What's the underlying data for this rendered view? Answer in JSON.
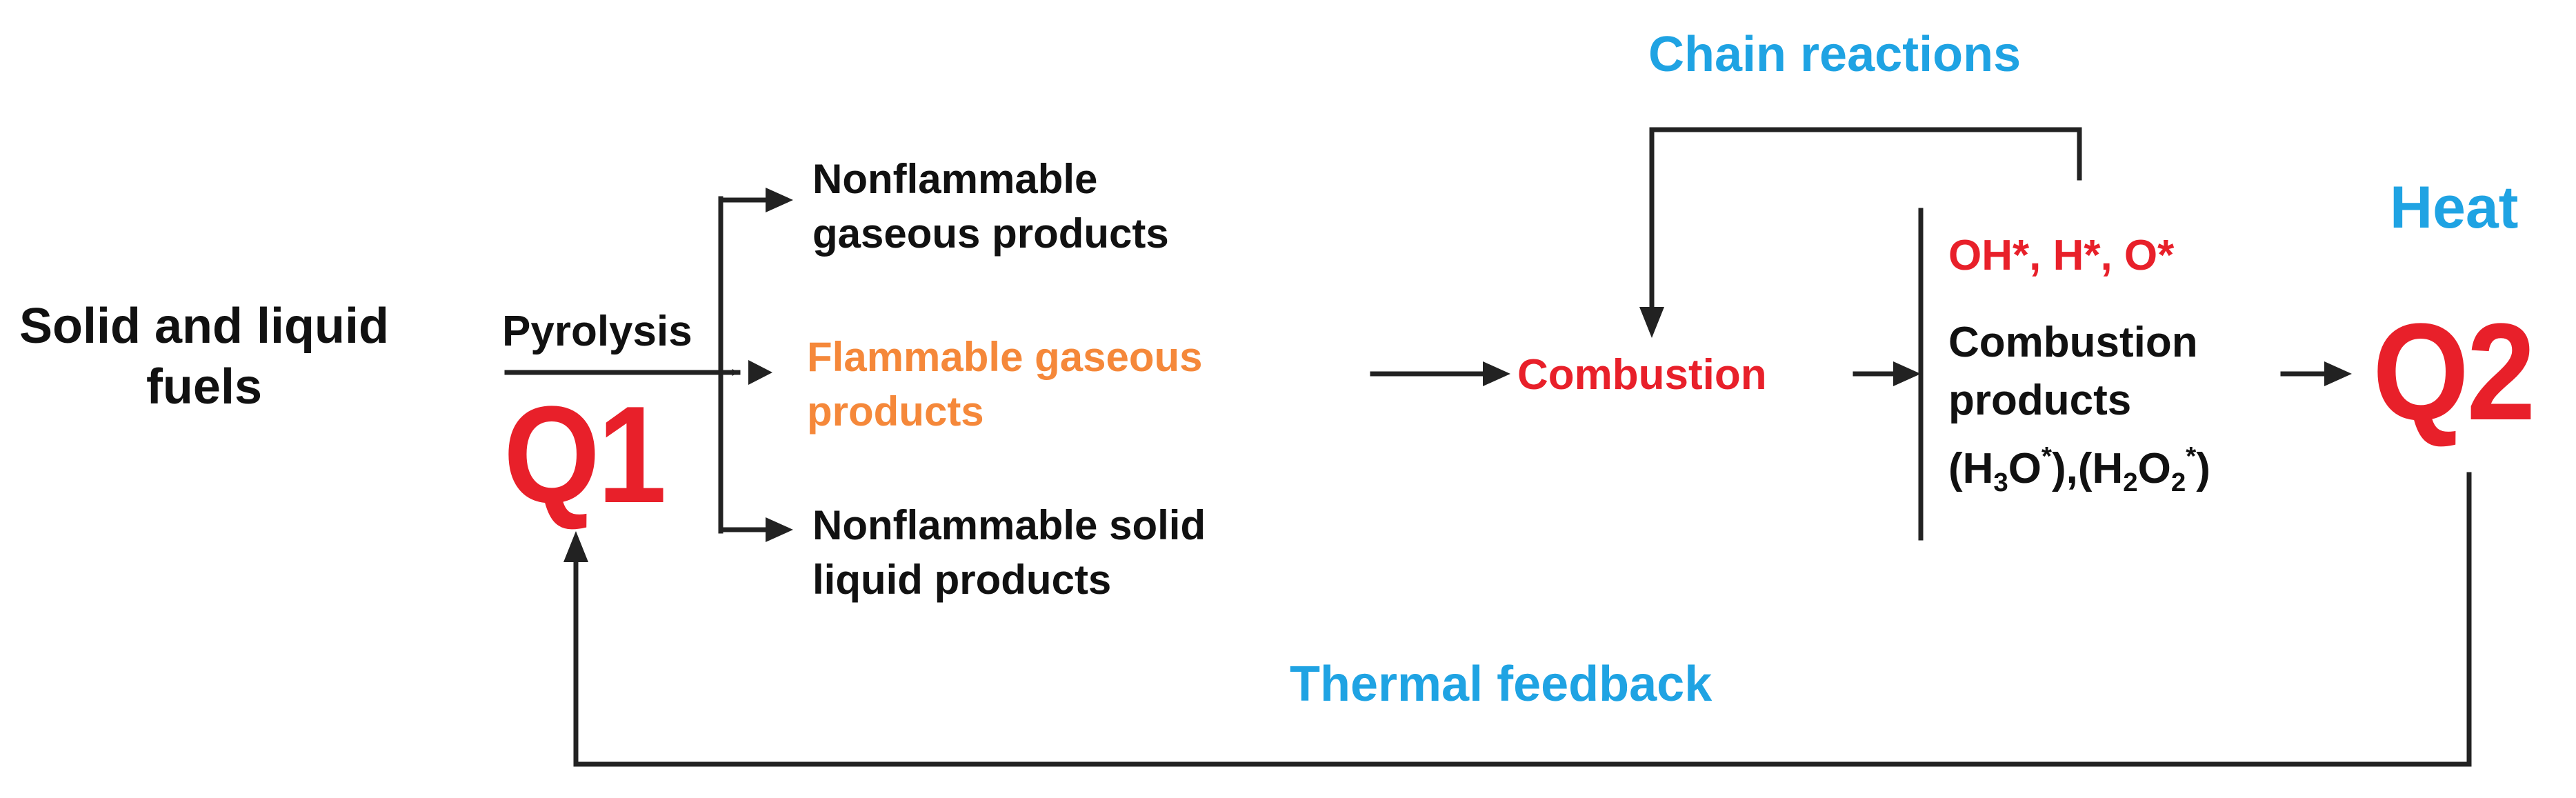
{
  "nodes": {
    "fuels": {
      "line1": "Solid and liquid",
      "line2": "fuels"
    },
    "pyrolysis": "Pyrolysis",
    "q1": "Q1",
    "nonflammable_gaseous": {
      "line1": "Nonflammable",
      "line2": "gaseous products"
    },
    "flammable_gaseous": {
      "line1": "Flammable gaseous",
      "line2": "products"
    },
    "nonflammable_solid": {
      "line1": "Nonflammable solid",
      "line2": "liquid products"
    },
    "combustion": "Combustion",
    "radicals": "OH*, H*, O*",
    "combustion_products": {
      "line1": "Combustion",
      "line2": "products",
      "formula_h3o": {
        "open": "(H",
        "sub": "3",
        "mid": "O",
        "sup": "*",
        "close": ")"
      },
      "separator": ",",
      "formula_h2o2": {
        "open": "(H",
        "sub1": "2",
        "mid": "O",
        "sub2": "2",
        "sup": "*",
        "close": ")"
      }
    },
    "heat": "Heat",
    "q2": "Q2"
  },
  "edge_labels": {
    "chain_reactions": "Chain reactions",
    "thermal_feedback": "Thermal feedback"
  },
  "colors": {
    "black": "#111111",
    "red": "#e8202a",
    "orange": "#f5883a",
    "blue": "#1fa3e3",
    "line": "#222222"
  }
}
